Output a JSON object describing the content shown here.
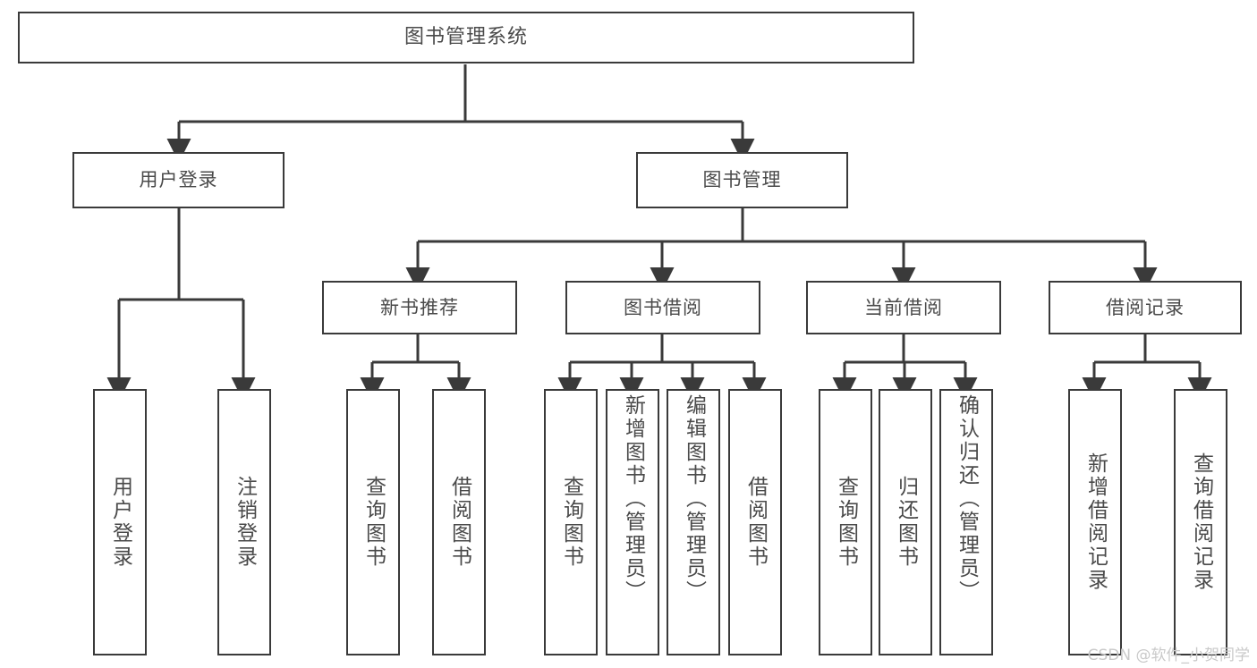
{
  "diagram": {
    "title": "图书管理系统",
    "watermark": "CSDN @软件_小贺同学",
    "line_color": "#3a3a3a",
    "text_color": "#4a4a4a",
    "background": "#ffffff"
  },
  "nodes": {
    "root": {
      "label": "图书管理系统"
    },
    "level1": [
      {
        "label": "用户登录"
      },
      {
        "label": "图书管理"
      }
    ],
    "level2": [
      {
        "label": "新书推荐"
      },
      {
        "label": "图书借阅"
      },
      {
        "label": "当前借阅"
      },
      {
        "label": "借阅记录"
      }
    ],
    "leaves": {
      "user_login": [
        {
          "label": "用户登录"
        },
        {
          "label": "注销登录"
        }
      ],
      "new_book": [
        {
          "label": "查询图书"
        },
        {
          "label": "借阅图书"
        }
      ],
      "borrow": [
        {
          "label": "查询图书"
        },
        {
          "label": "新增图书（管理员）"
        },
        {
          "label": "编辑图书（管理员）"
        },
        {
          "label": "借阅图书"
        }
      ],
      "current": [
        {
          "label": "查询图书"
        },
        {
          "label": "归还图书"
        },
        {
          "label": "确认归还（管理员）"
        }
      ],
      "records": [
        {
          "label": "新增借阅记录"
        },
        {
          "label": "查询借阅记录"
        }
      ]
    }
  }
}
